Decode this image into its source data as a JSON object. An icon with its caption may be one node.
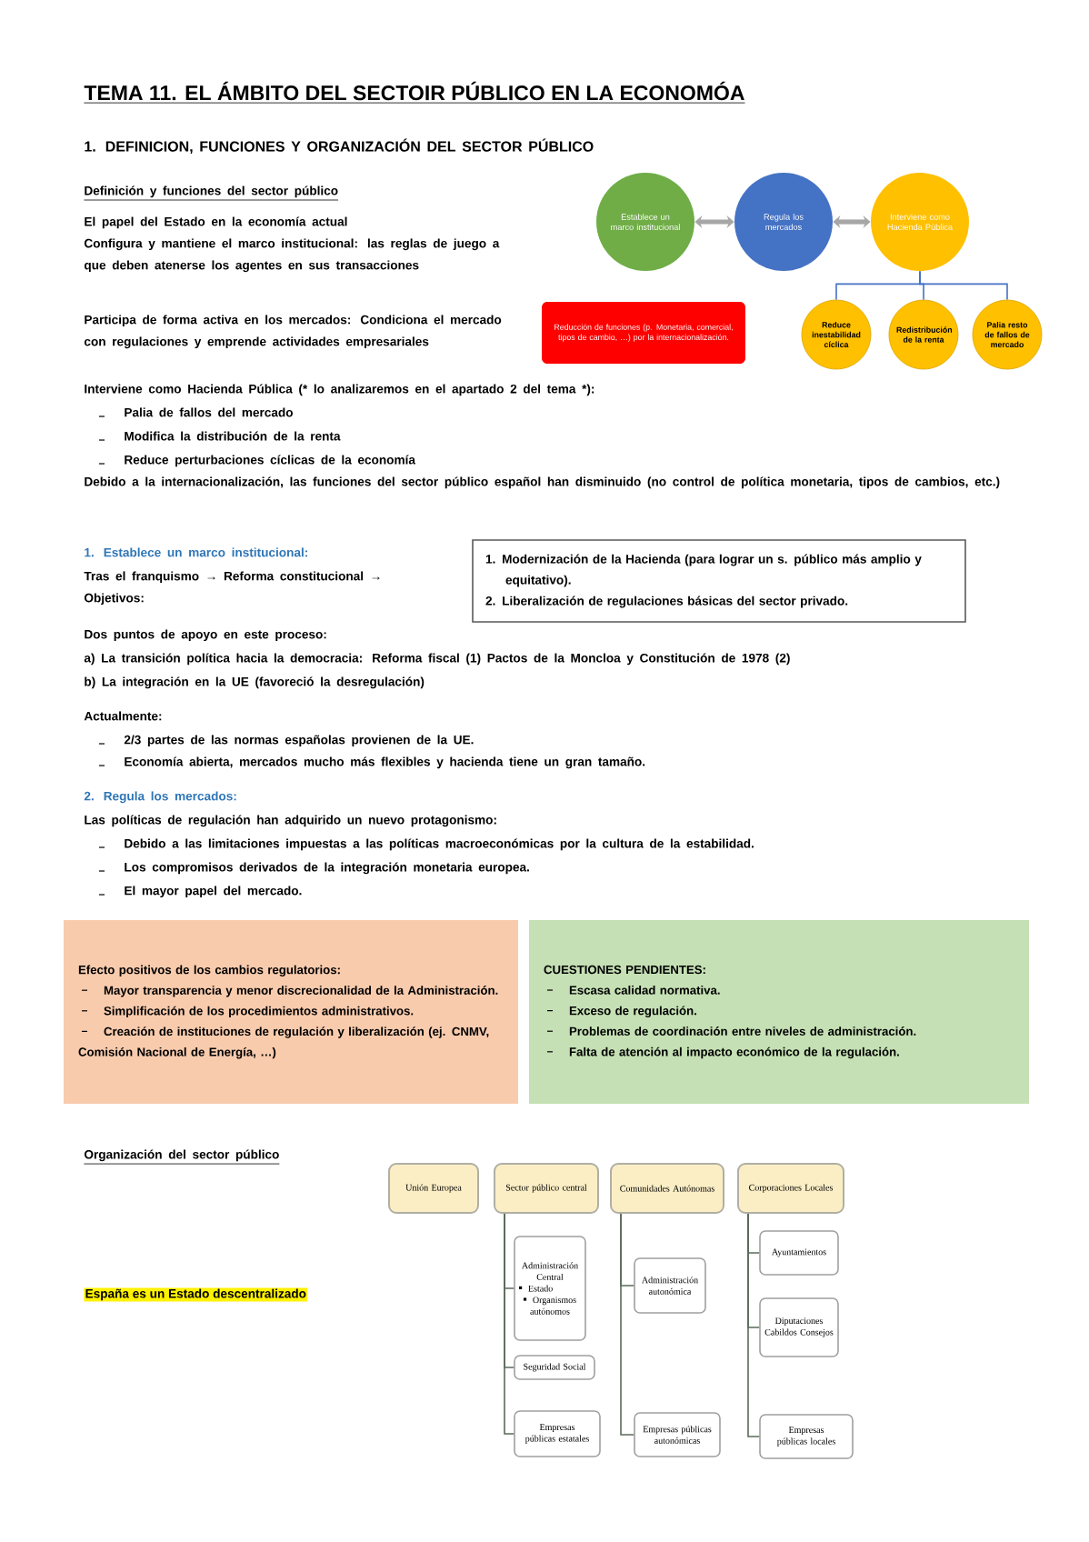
{
  "diagram": {
    "title": "TEMA 11. EL ÁMBITO DEL SECTOIR PÚBLICO EN LA ECONOMÓA",
    "nodes": [
      {
        "text": [
          "Establece un marco institucional"
        ]
      },
      {
        "text": [
          "Regula los mercados"
        ]
      },
      {
        "text": [
          "Interviene como Hacienda Pública"
        ]
      },
      {
        "text": [
          "Reduce inestabilidad cíclica"
        ]
      },
      {
        "text": [
          "Redistribución de la renta"
        ]
      },
      {
        "text": [
          "Palia resto de fallos de mercado"
        ]
      },
      {
        "text": [
          "Reducción de funciones (p. Monetaria, comercial, tipos de cambio, …) por la internacionalización."
        ]
      },
      {
        "text": [
          "1. Modernización de la Hacienda (para lograr un s. público más amplio y equitativo).",
          "2. Liberalización de regulaciones básicas del sector privado."
        ]
      },
      {
        "text": [
          "Efecto positivos de los cambios regulatorios:",
          "Mayor transparencia y menor discrecionalidad de la Administración.",
          "Simplificación de los procedimientos administrativos.",
          "Creación de instituciones de regulación y liberalización (ej. CNMV, Comisión Nacional de Energía, …)"
        ]
      },
      {
        "text": [
          "CUESTIONES PENDIENTES:",
          "Escasa calidad normativa.",
          "Exceso de regulación.",
          "Problemas de coordinación entre niveles de administración.",
          "Falta de atención al impacto económico de la regulación."
        ]
      },
      {
        "text": [
          "Unión Europea"
        ]
      },
      {
        "text": [
          "Sector público central"
        ]
      },
      {
        "text": [
          "Comunidades Autónomas"
        ]
      },
      {
        "text": [
          "Corporaciones Locales"
        ]
      },
      {
        "text": [
          "Administración Central",
          "Estado",
          "Organismos autónomos"
        ]
      },
      {
        "text": [
          "Seguridad Social"
        ]
      },
      {
        "text": [
          "Empresas públicas estatales"
        ]
      },
      {
        "text": [
          "Administración autonómica"
        ]
      },
      {
        "text": [
          "Empresas públicas autonómicas"
        ]
      },
      {
        "text": [
          "Ayuntamientos"
        ]
      },
      {
        "text": [
          "Diputaciones Cabildos Consejos"
        ]
      },
      {
        "text": [
          "Empresas públicas locales"
        ]
      }
    ],
    "edges": [
      {
        "from": 0,
        "to": 1,
        "arrow": "both",
        "style": "thick",
        "color": "#a6a6a6"
      },
      {
        "from": 1,
        "to": 2,
        "arrow": "both",
        "style": "thick",
        "color": "#a6a6a6"
      },
      {
        "from": 2,
        "to": 3,
        "arrow": "none",
        "color": "#4472c4"
      },
      {
        "from": 2,
        "to": 4,
        "arrow": "none",
        "color": "#4472c4"
      },
      {
        "from": 2,
        "to": 5,
        "arrow": "none",
        "color": "#4472c4"
      },
      {
        "from": 11,
        "to": 14,
        "arrow": "none"
      },
      {
        "from": 11,
        "to": 15,
        "arrow": "none"
      },
      {
        "from": 11,
        "to": 16,
        "arrow": "none"
      },
      {
        "from": 12,
        "to": 17,
        "arrow": "none"
      },
      {
        "from": 12,
        "to": 18,
        "arrow": "none"
      },
      {
        "from": 13,
        "to": 19,
        "arrow": "none"
      },
      {
        "from": 13,
        "to": 20,
        "arrow": "none"
      },
      {
        "from": 13,
        "to": 21,
        "arrow": "none"
      }
    ],
    "labels": [
      "1. DEFINICION, FUNCIONES Y ORGANIZACIÓN DEL SECTOR PÚBLICO",
      "Definición y funciones del sector público",
      "El papel del Estado en la economía actual",
      "Configura y mantiene el marco institucional: las reglas de juego a que deben atenerse los agentes en sus transacciones",
      "Participa de forma activa en los mercados: Condiciona el mercado con regulaciones y emprende actividades empresariales",
      "Interviene como Hacienda Pública (* lo analizaremos en el apartado 2 del tema *):",
      "Palia de fallos del mercado",
      "Modifica la distribución de la renta",
      "Reduce perturbaciones cíclicas de la economía",
      "Debido a la internacionalización, las funciones del sector público español han disminuido (no control de política monetaria, tipos de cambios, etc.)",
      "1. Establece un marco institucional:",
      "Tras el franquismo → Reforma constitucional → Objetivos:",
      "Dos puntos de apoyo en este proceso:",
      "a) La transición política hacia la democracia: Reforma fiscal (1) Pactos de la Moncloa y Constitución de 1978 (2)",
      "b) La integración en la UE (favoreció la desregulación)",
      "Actualmente:",
      "2/3 partes de las normas españolas provienen de la UE.",
      "Economía abierta, mercados mucho más flexibles y hacienda tiene un gran tamaño.",
      "2. Regula los mercados:",
      "Las políticas de regulación han adquirido un nuevo protagonismo:",
      "Debido a las limitaciones impuestas a las políticas macroeconómicas por la cultura de la estabilidad.",
      "Los compromisos derivados de la integración monetaria europea.",
      "El mayor papel del mercado.",
      "Organización del sector público",
      "España es un Estado descentralizado"
    ]
  }
}
